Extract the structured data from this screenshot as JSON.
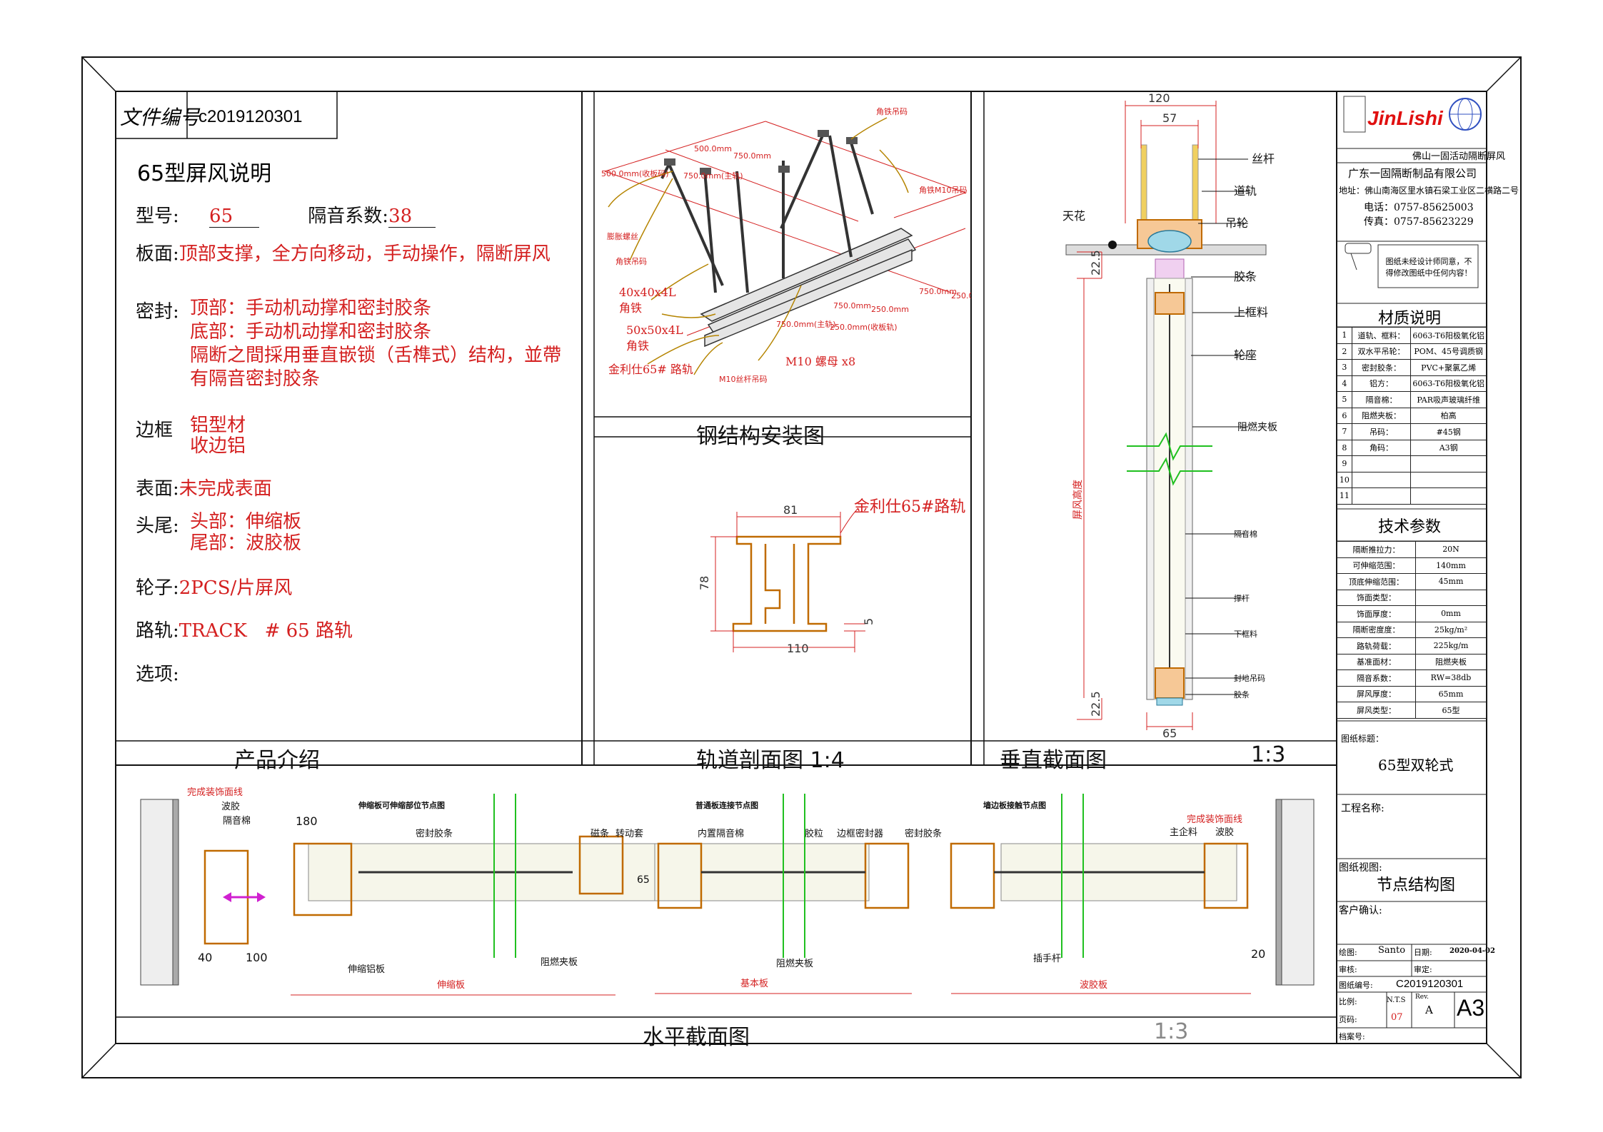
{
  "header": {
    "file_no_label": "文件编号",
    "file_no": "c2019120301",
    "title": "65型屏风说明"
  },
  "spec": {
    "model_label": "型号:",
    "model_value": "65",
    "sound_label": "隔音系数:",
    "sound_value": "38",
    "panel_label": "板面:",
    "panel_value": "顶部支撑，全方向移动，手动操作，隔断屏风",
    "seal_label": "密封:",
    "seal_lines": [
      "顶部：手动机动撑和密封胶条",
      "底部：手动机动撑和密封胶条",
      "隔断之間採用垂直嵌锁（舌榫式）结构，並帶",
      "有隔音密封胶条"
    ],
    "frame_label": "边框",
    "frame_lines": [
      "铝型材",
      "收边铝"
    ],
    "surface_label": "表面:",
    "surface_value": "未完成表面",
    "ends_label": "头尾:",
    "ends_lines": [
      "头部：伸缩板",
      "尾部：波胶板"
    ],
    "wheel_label": "轮子:",
    "wheel_value": "2PCS/片屏风",
    "track_label": "路轨:",
    "track_value": "TRACK   # 65 路轨",
    "option_label": "选项:"
  },
  "captions": {
    "product": "产品介绍",
    "steel": "钢结构安装图",
    "track_section": "轨道剖面图 1:4",
    "vertical": "垂直截面图",
    "vertical_scale": "1:3",
    "horizontal": "水平截面图",
    "horizontal_scale": "1:3"
  },
  "steel": {
    "labels": [
      "角铁吊码",
      "500.0mm",
      "750.0mm",
      "500.0mm(收板码)",
      "750.0mm(主轨)",
      "角铁M10吊码",
      "膨胀螺丝",
      "角铁吊码",
      "40x40x4L",
      "角铁",
      "50x50x4L",
      "角铁",
      "金利仕65# 路轨",
      "M10丝杆吊码",
      "M10 螺母 x8",
      "750.0mm",
      "250.0mm",
      "750.0mm",
      "250.0mm",
      "750.0mm(主轨)",
      "250.0mm(收板轨)"
    ]
  },
  "track": {
    "dim_top": "81",
    "dim_side": "78",
    "dim_bottom": "110",
    "dim_small": "5",
    "callout": "金利仕65#路轨"
  },
  "vertical": {
    "dim_120": "120",
    "dim_57": "57",
    "dim_225_top": "22.5",
    "dim_225_bot": "22.5",
    "dim_65": "65",
    "height_label": "屏风高度",
    "ceiling": "天花",
    "callouts": [
      "丝杆",
      "道轨",
      "吊轮",
      "胶条",
      "上框料",
      "轮座",
      "阻燃夹板",
      "隔音棉",
      "撑杆",
      "下框料",
      "封地吊码",
      "胶条"
    ]
  },
  "horizontal": {
    "titles": [
      "伸缩板可伸缩部位节点图",
      "普通板连接节点图",
      "墙边板接触节点图"
    ],
    "labels_left": [
      "完成装饰面线",
      "波胶",
      "隔音棉",
      "180",
      "密封胶条",
      "40",
      "100",
      "伸缩铝板",
      "阻燃夹板",
      "伸缩板"
    ],
    "labels_mid": [
      "磁条",
      "转动套",
      "内置隔音棉",
      "胶粒",
      "边框密封器",
      "密封胶条",
      "65",
      "阻燃夹板",
      "基本板"
    ],
    "labels_right": [
      "完成装饰面线",
      "主企料",
      "波胶",
      "插手杆",
      "20",
      "波胶板"
    ]
  },
  "titleblock": {
    "company_slogan": "佛山一固活动隔断屏风",
    "logo": "JinLishi",
    "company": "广东一固隔断制品有限公司",
    "address": "地址：佛山南海区里水镇石梁工业区二横路二号",
    "phone": "电话：0757-85625003",
    "fax": "传真：0757-85623229",
    "notice": "图纸未经设计师同意，不得修改图纸中任何内容！",
    "materials_title": "材质说明",
    "materials": [
      [
        "1",
        "道轨、框料：",
        "6063-T6阳极氧化铝"
      ],
      [
        "2",
        "双水平吊轮：",
        "POM、45号调质钢"
      ],
      [
        "3",
        "密封胶条：",
        "PVC+聚氯乙烯"
      ],
      [
        "4",
        "铝方：",
        "6063-T6阳极氧化铝"
      ],
      [
        "5",
        "隔音棉：",
        "PAR吸声玻璃纤维"
      ],
      [
        "6",
        "阻燃夹板：",
        "柏高"
      ],
      [
        "7",
        "吊码：",
        "#45钢"
      ],
      [
        "8",
        "角码：",
        "A3钢"
      ],
      [
        "9",
        "",
        ""
      ],
      [
        "10",
        "",
        ""
      ],
      [
        "11",
        "",
        ""
      ]
    ],
    "tech_title": "技术参数",
    "tech": [
      [
        "隔断推拉力：",
        "20N"
      ],
      [
        "可伸缩范围：",
        "140mm"
      ],
      [
        "顶底伸缩范围：",
        "45mm"
      ],
      [
        "饰面类型：",
        ""
      ],
      [
        "饰面厚度：",
        "0mm"
      ],
      [
        "隔断密度度：",
        "25kg/m²"
      ],
      [
        "路轨荷载：",
        "225kg/m"
      ],
      [
        "基准面材：",
        "阻燃夹板"
      ],
      [
        "隔音系数：",
        "RW=38db"
      ],
      [
        "屏风厚度：",
        "65mm"
      ],
      [
        "屏风类型：",
        "65型"
      ]
    ],
    "drawing_title_label": "图纸标题：",
    "drawing_title": "65型双轮式",
    "project_label": "工程名称:",
    "view_label": "图纸视图:",
    "view_value": "节点结构图",
    "client_label": "客户确认:",
    "drawn_label": "绘图:",
    "drawn_value": "Santo",
    "date_label": "日期:",
    "date_value": "2020-04-02",
    "review_label": "审核:",
    "approve_label": "审定:",
    "drawing_no_label": "图纸编号:",
    "drawing_no": "C2019120301",
    "scale_label": "比例:",
    "scale_value": "N.T.S",
    "rev_label": "Rev.",
    "rev_value": "A",
    "size": "A3",
    "page_label": "页码:",
    "page_value": "07",
    "archive_label": "档案号:"
  }
}
